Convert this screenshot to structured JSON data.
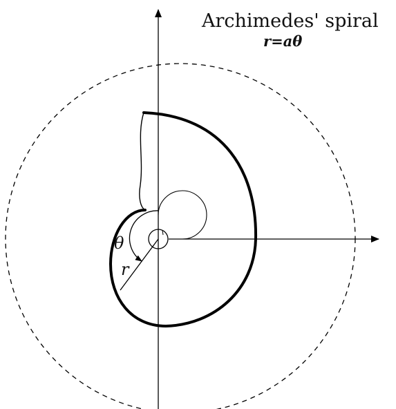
{
  "diagram": {
    "title": "Archimedes' spiral",
    "formula": "r=aθ",
    "angle_symbol": "θ",
    "radius_symbol": "r"
  }
}
